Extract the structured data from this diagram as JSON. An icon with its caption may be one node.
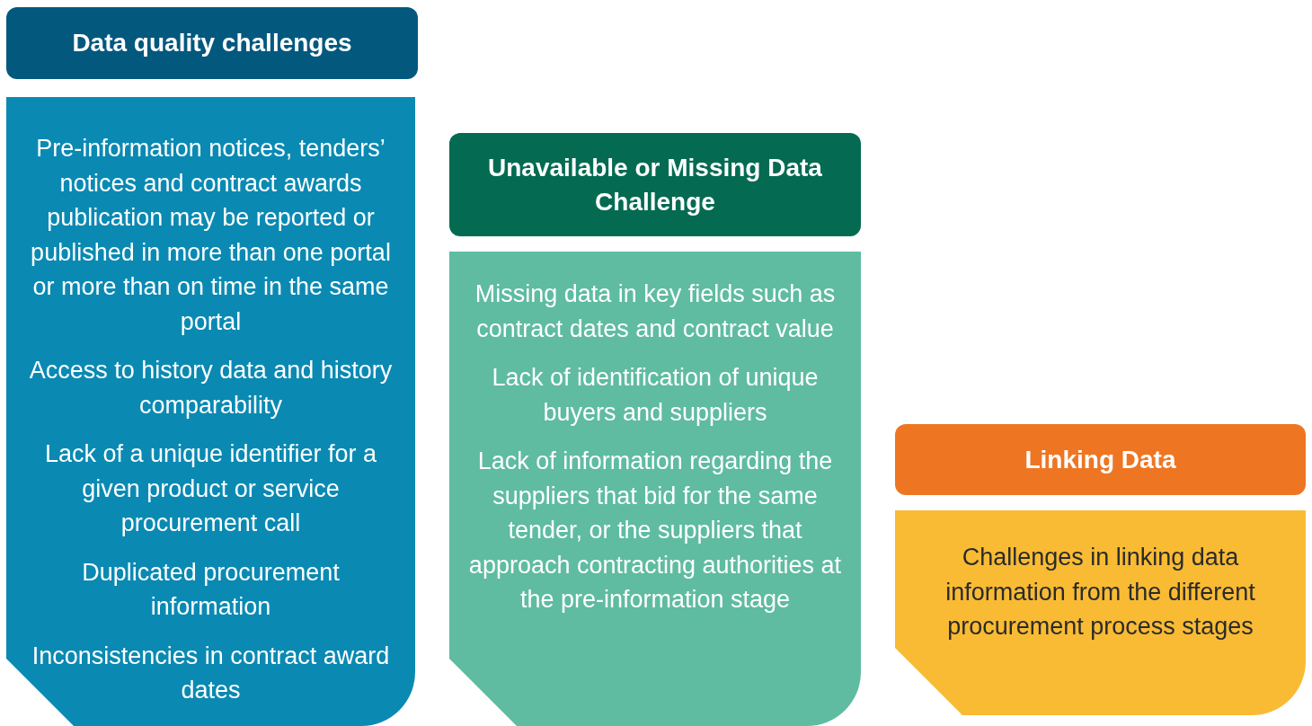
{
  "diagram": {
    "nodes": [
      {
        "text": [
          "Data quality challenges"
        ]
      },
      {
        "text": [
          "Pre-information notices, tenders’ notices and contract awards publication may be reported or published in more than one portal or more than on time in the same portal",
          "Access to history data and history comparability",
          "Lack of a unique identifier for a given product or service procurement call",
          "Duplicated procurement information",
          "Inconsistencies in contract award dates"
        ]
      },
      {
        "text": [
          "Unavailable or Missing Data Challenge"
        ]
      },
      {
        "text": [
          "Missing data in key fields such as contract dates and contract value",
          "Lack of identification of unique buyers and suppliers",
          "Lack of information regarding the suppliers that bid for the same tender, or the suppliers that approach contracting authorities at the pre-information stage"
        ]
      },
      {
        "text": [
          "Linking Data"
        ]
      },
      {
        "text": [
          "Challenges in linking data information from the different procurement process stages"
        ]
      }
    ]
  }
}
